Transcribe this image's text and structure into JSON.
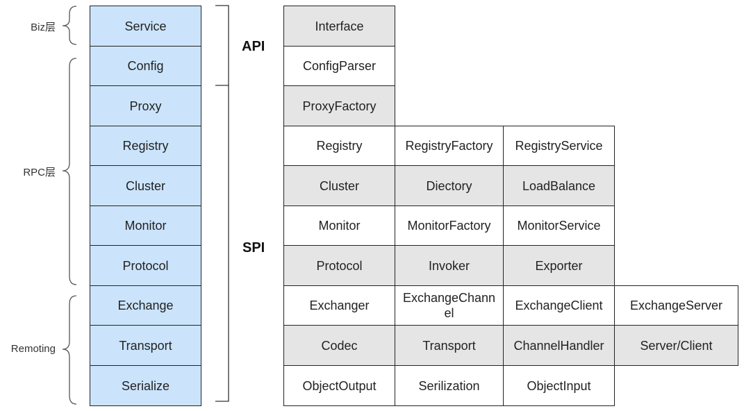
{
  "layers": [
    {
      "label": "Biz层"
    },
    {
      "label": "RPC层"
    },
    {
      "label": "Remoting"
    }
  ],
  "groups": [
    {
      "label": "API"
    },
    {
      "label": "SPI"
    }
  ],
  "left_column": [
    "Service",
    "Config",
    "Proxy",
    "Registry",
    "Cluster",
    "Monitor",
    "Protocol",
    "Exchange",
    "Transport",
    "Serialize"
  ],
  "rows": [
    [
      "Interface"
    ],
    [
      "ConfigParser"
    ],
    [
      "ProxyFactory"
    ],
    [
      "Registry",
      "RegistryFactory",
      "RegistryService"
    ],
    [
      "Cluster",
      "Diectory",
      "LoadBalance"
    ],
    [
      "Monitor",
      "MonitorFactory",
      "MonitorService"
    ],
    [
      "Protocol",
      "Invoker",
      "Exporter"
    ],
    [
      "Exchanger",
      "ExchangeChannel",
      "ExchangeClient",
      "ExchangeServer"
    ],
    [
      "Codec",
      "Transport",
      "ChannelHandler",
      "Server/Client"
    ],
    [
      "ObjectOutput",
      "Serilization",
      "ObjectInput"
    ]
  ],
  "row_colors": [
    "gray",
    "white",
    "gray",
    "white",
    "gray",
    "white",
    "gray",
    "white",
    "gray",
    "white"
  ],
  "colors": {
    "blue": "#cce4fb",
    "gray": "#e5e5e5",
    "white": "#ffffff",
    "border": "#222222"
  }
}
